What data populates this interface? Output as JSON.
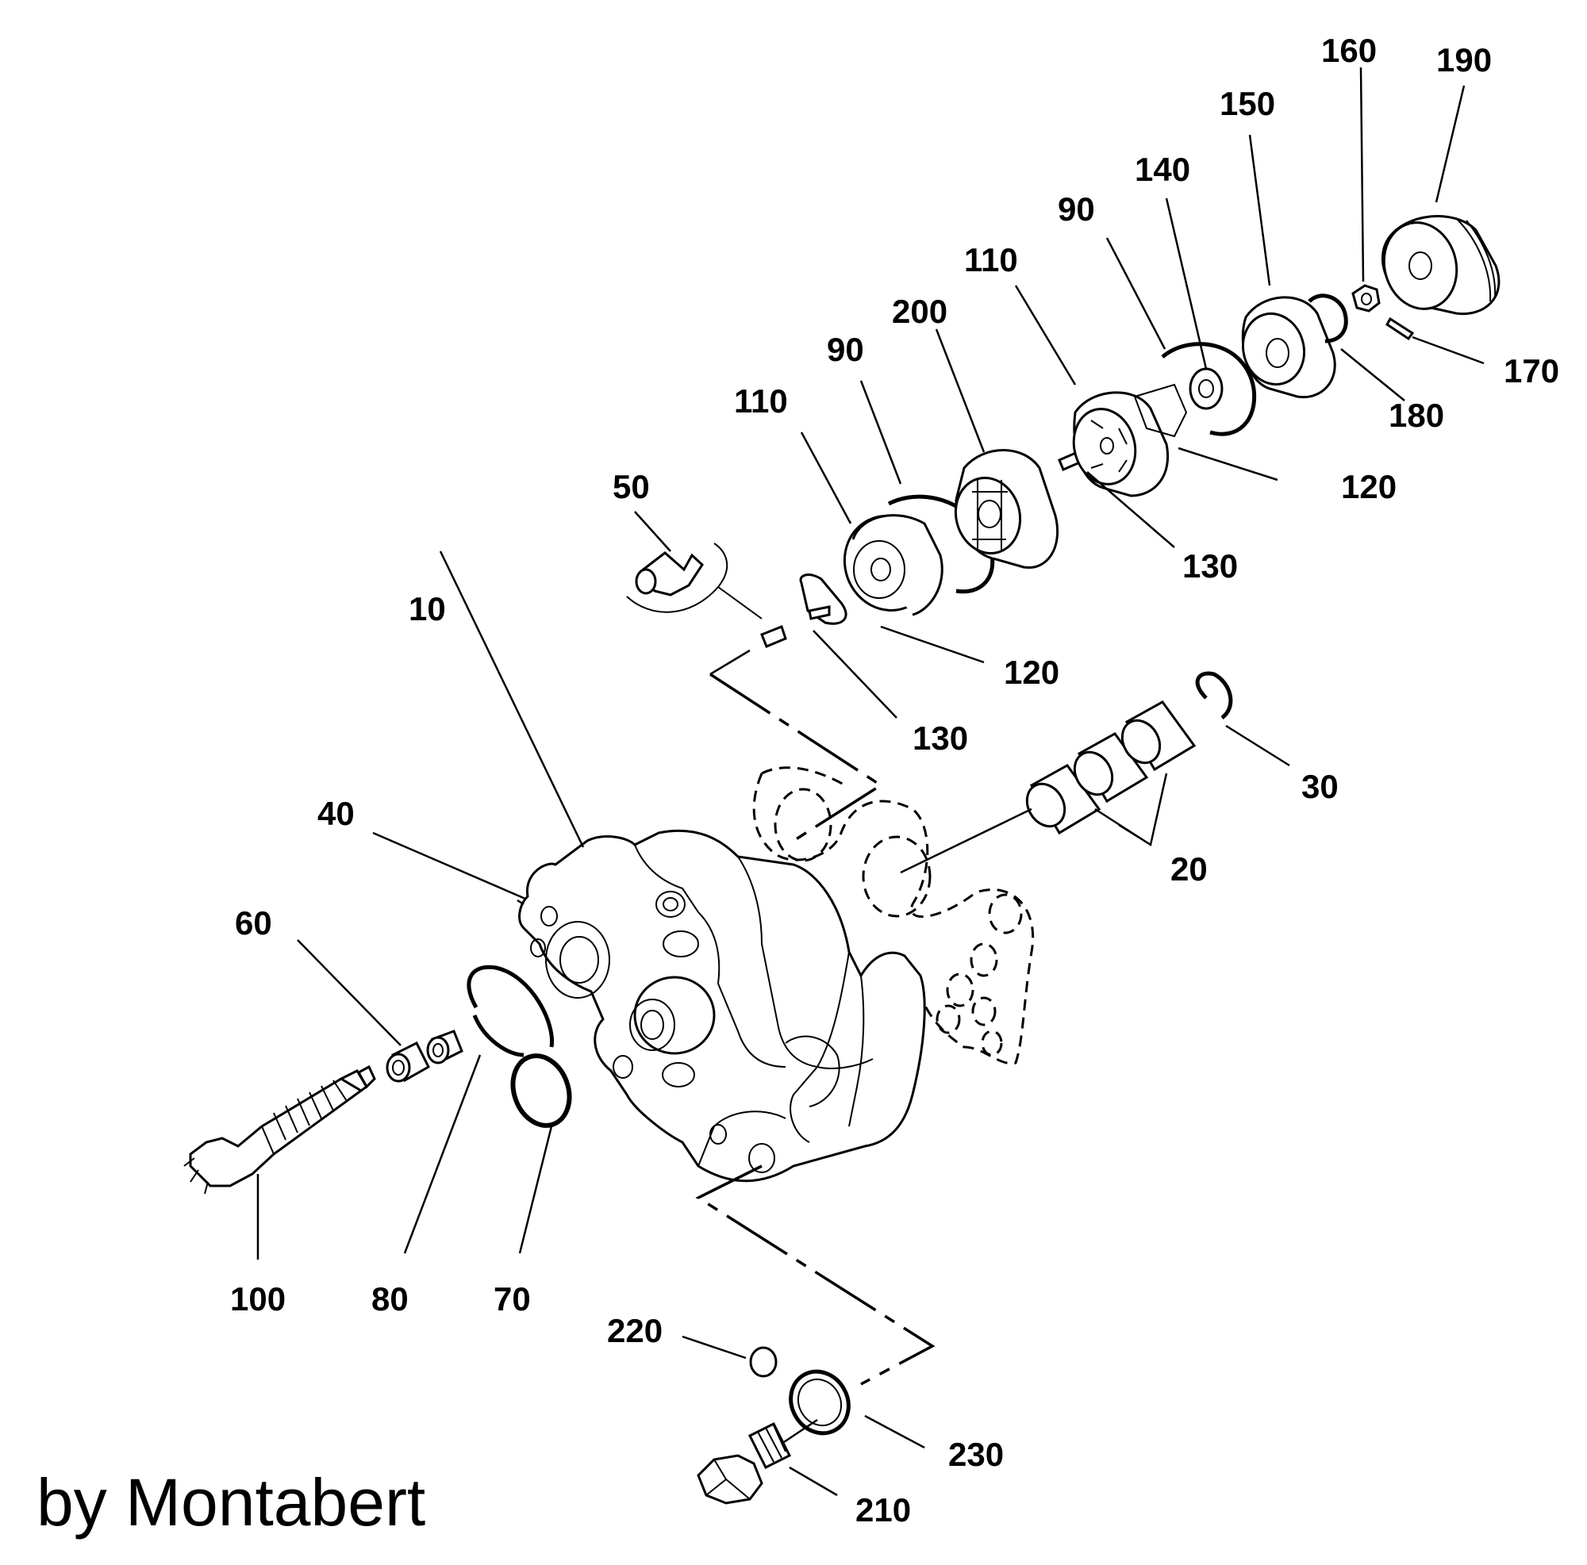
{
  "brand": "by Montabert",
  "callouts": {
    "c10": "10",
    "c20": "20",
    "c30": "30",
    "c40": "40",
    "c50": "50",
    "c60": "60",
    "c70": "70",
    "c80": "80",
    "c90a": "90",
    "c90b": "90",
    "c100": "100",
    "c110a": "110",
    "c110b": "110",
    "c120a": "120",
    "c120b": "120",
    "c130a": "130",
    "c130b": "130",
    "c140": "140",
    "c150": "150",
    "c160": "160",
    "c170": "170",
    "c180": "180",
    "c190": "190",
    "c200": "200",
    "c210": "210",
    "c220": "220",
    "c230": "230"
  }
}
